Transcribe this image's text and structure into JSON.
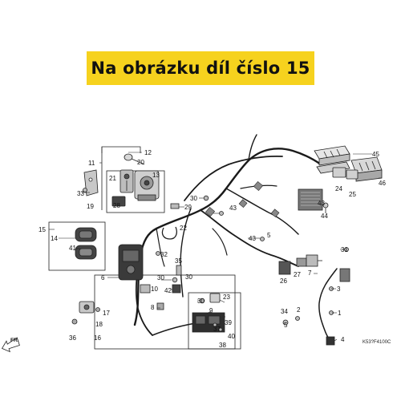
{
  "banner": {
    "text": "Na obrázku díl číslo 15"
  },
  "parts": [
    {
      "id": "p1",
      "label": "1"
    },
    {
      "id": "p2",
      "label": "2"
    },
    {
      "id": "p3",
      "label": "3"
    },
    {
      "id": "p4",
      "label": "4"
    },
    {
      "id": "p5",
      "label": "5"
    },
    {
      "id": "p6",
      "label": "6"
    },
    {
      "id": "p7",
      "label": "7"
    },
    {
      "id": "p8",
      "label": "8"
    },
    {
      "id": "p9",
      "label": "9"
    },
    {
      "id": "p10",
      "label": "10"
    },
    {
      "id": "p11",
      "label": "11"
    },
    {
      "id": "p12",
      "label": "12"
    },
    {
      "id": "p13",
      "label": "13"
    },
    {
      "id": "p14",
      "label": "14"
    },
    {
      "id": "p15",
      "label": "15"
    },
    {
      "id": "p16",
      "label": "16"
    },
    {
      "id": "p17",
      "label": "17"
    },
    {
      "id": "p18",
      "label": "18"
    },
    {
      "id": "p19",
      "label": "19"
    },
    {
      "id": "p20",
      "label": "20"
    },
    {
      "id": "p21",
      "label": "21"
    },
    {
      "id": "p22",
      "label": "22"
    },
    {
      "id": "p23",
      "label": "23"
    },
    {
      "id": "p24",
      "label": "24"
    },
    {
      "id": "p25",
      "label": "25"
    },
    {
      "id": "p26",
      "label": "26"
    },
    {
      "id": "p27",
      "label": "27"
    },
    {
      "id": "p28",
      "label": "28"
    },
    {
      "id": "p29",
      "label": "29"
    },
    {
      "id": "p30",
      "label": "30"
    },
    {
      "id": "p31",
      "label": "31"
    },
    {
      "id": "p32",
      "label": "32"
    },
    {
      "id": "p33",
      "label": "33"
    },
    {
      "id": "p34",
      "label": "34"
    },
    {
      "id": "p35",
      "label": "35"
    },
    {
      "id": "p36",
      "label": "36"
    },
    {
      "id": "p37",
      "label": "37"
    },
    {
      "id": "p38",
      "label": "38"
    },
    {
      "id": "p39",
      "label": "39"
    },
    {
      "id": "p40",
      "label": "40"
    },
    {
      "id": "p41",
      "label": "41"
    },
    {
      "id": "p42",
      "label": "42"
    },
    {
      "id": "p43",
      "label": "43"
    },
    {
      "id": "p44",
      "label": "44"
    },
    {
      "id": "p45",
      "label": "45"
    },
    {
      "id": "p46",
      "label": "46"
    }
  ],
  "direction_label": "FR.",
  "diagram_code": "K53?F4100C"
}
